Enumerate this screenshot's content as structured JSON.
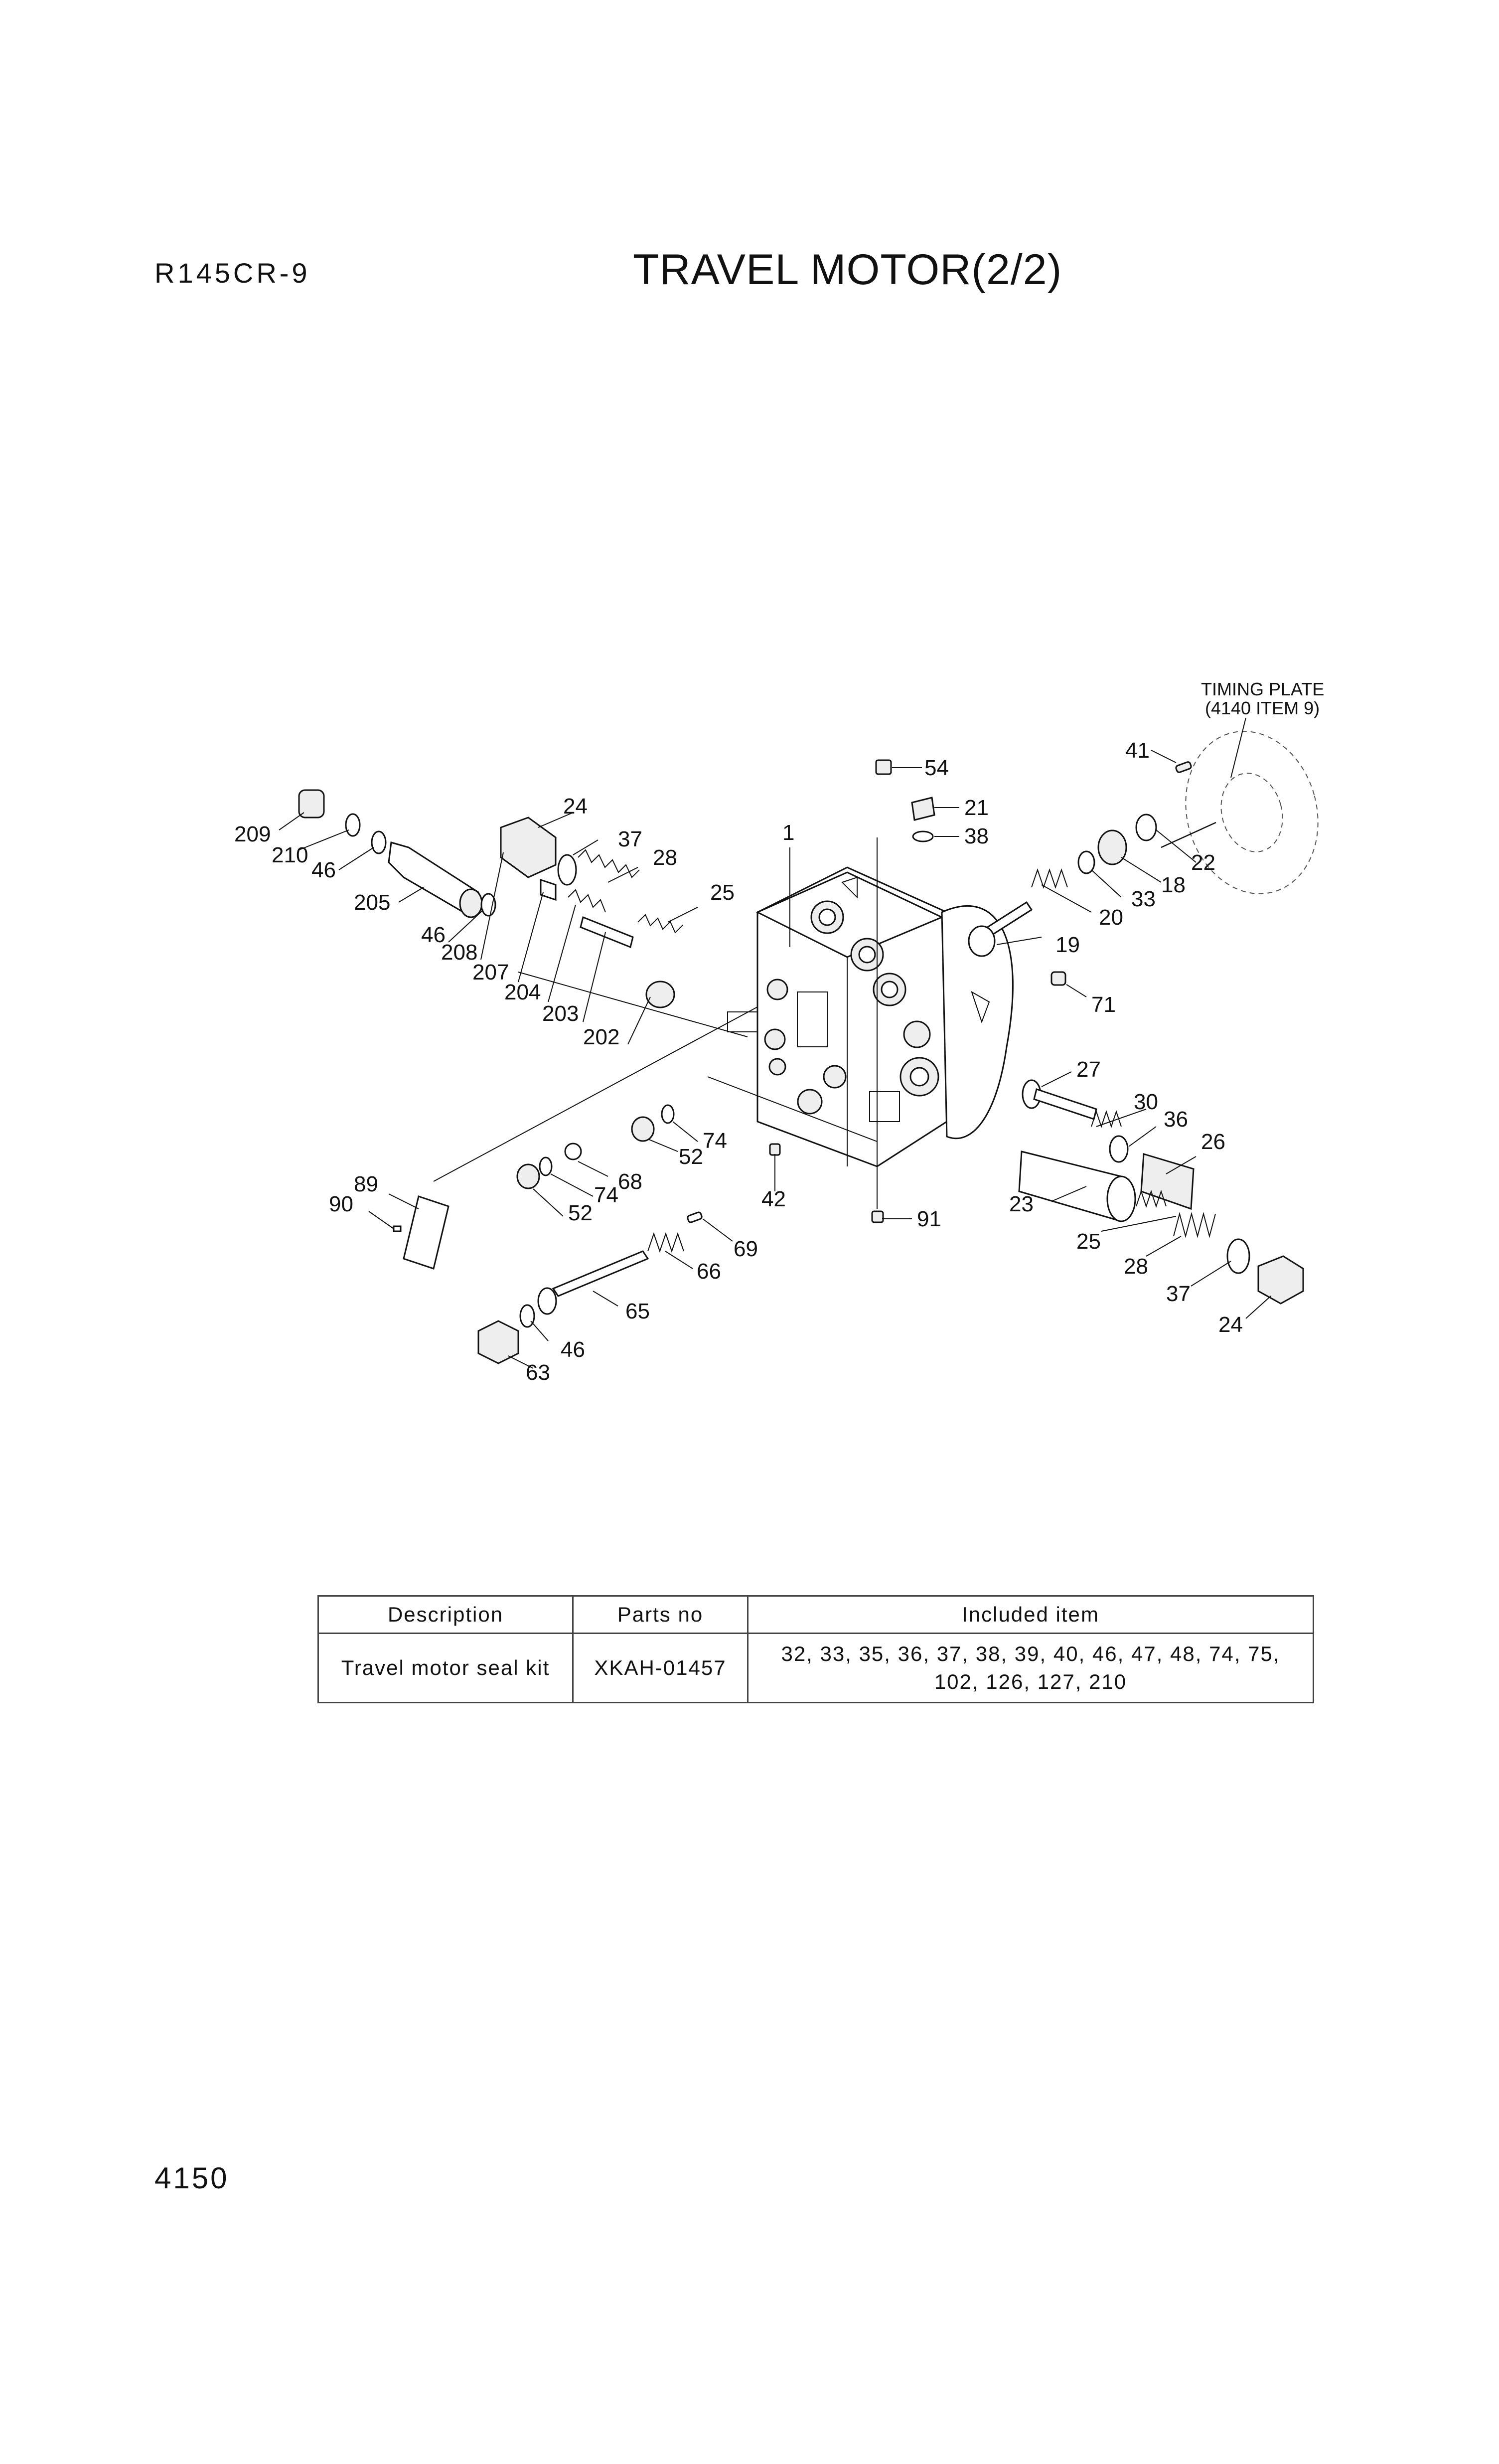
{
  "header": {
    "model": "R145CR-9",
    "title": "TRAVEL MOTOR(2/2)"
  },
  "footer": {
    "page_number": "4150"
  },
  "diagram": {
    "note_line1": "TIMING PLATE",
    "note_line2": "(4140 ITEM 9)",
    "labels": {
      "p1": "1",
      "p209": "209",
      "p210": "210",
      "p46a": "46",
      "p205": "205",
      "p46b": "46",
      "p208": "208",
      "p207": "207",
      "p204": "204",
      "p203": "203",
      "p202": "202",
      "p24a": "24",
      "p37a": "37",
      "p28a": "28",
      "p25a": "25",
      "p54": "54",
      "p21": "21",
      "p38": "38",
      "p41": "41",
      "p22": "22",
      "p18": "18",
      "p33": "33",
      "p20": "20",
      "p19": "19",
      "p71": "71",
      "p27": "27",
      "p30": "30",
      "p36": "36",
      "p26": "26",
      "p23": "23",
      "p25b": "25",
      "p28b": "28",
      "p37b": "37",
      "p24b": "24",
      "p89": "89",
      "p90": "90",
      "p52a": "52",
      "p74a": "74",
      "p68": "68",
      "p52b": "52",
      "p74b": "74",
      "p42": "42",
      "p91": "91",
      "p69": "69",
      "p66": "66",
      "p65": "65",
      "p46c": "46",
      "p63": "63"
    }
  },
  "kit_table": {
    "headers": {
      "description": "Description",
      "parts_no": "Parts no",
      "included": "Included item"
    },
    "row": {
      "description": "Travel motor seal kit",
      "parts_no": "XKAH-01457",
      "included_line1": "32, 33, 35, 36, 37, 38, 39, 40, 46, 47, 48, 74, 75,",
      "included_line2": "102, 126, 127, 210"
    }
  }
}
